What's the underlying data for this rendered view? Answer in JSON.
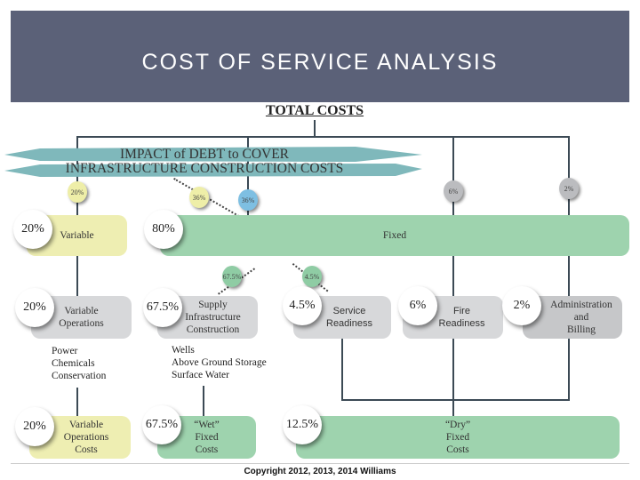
{
  "slide": {
    "title": "COST OF SERVICE ANALYSIS",
    "copyright": "Copyright 2012, 2013, 2014 Williams"
  },
  "diagram": {
    "root": "TOTAL COSTS",
    "banner": "IMPACT of DEBT to COVER\nINFRASTRUCTURE CONSTRUCTION COSTS",
    "markers": {
      "variable": "20%",
      "debt_yellow": "36%",
      "debt_blue": "36%",
      "fire": "6%",
      "admin": "2%",
      "supply": "67.5%",
      "service": "4.5%"
    },
    "level1": [
      {
        "pct": "20%",
        "label": "Variable"
      },
      {
        "pct": "80%",
        "label": "Fixed"
      }
    ],
    "level2": [
      {
        "pct": "20%",
        "label": "Variable\nOperations"
      },
      {
        "pct": "67.5%",
        "label": "Supply\nInfrastructure\nConstruction"
      },
      {
        "pct": "4.5%",
        "label": "Service\nReadiness"
      },
      {
        "pct": "6%",
        "label": "Fire\nReadiness"
      },
      {
        "pct": "2%",
        "label": "Administration\nand\nBilling"
      }
    ],
    "variable_items": "Power\nChemicals\nConservation",
    "supply_items": "Wells\nAbove Ground Storage\nSurface Water",
    "level3": [
      {
        "pct": "20%",
        "label": "Variable\nOperations\nCosts"
      },
      {
        "pct": "67.5%",
        "label": "“Wet”\nFixed\nCosts"
      },
      {
        "pct": "12.5%",
        "label": "“Dry”\nFixed\nCosts"
      }
    ]
  }
}
